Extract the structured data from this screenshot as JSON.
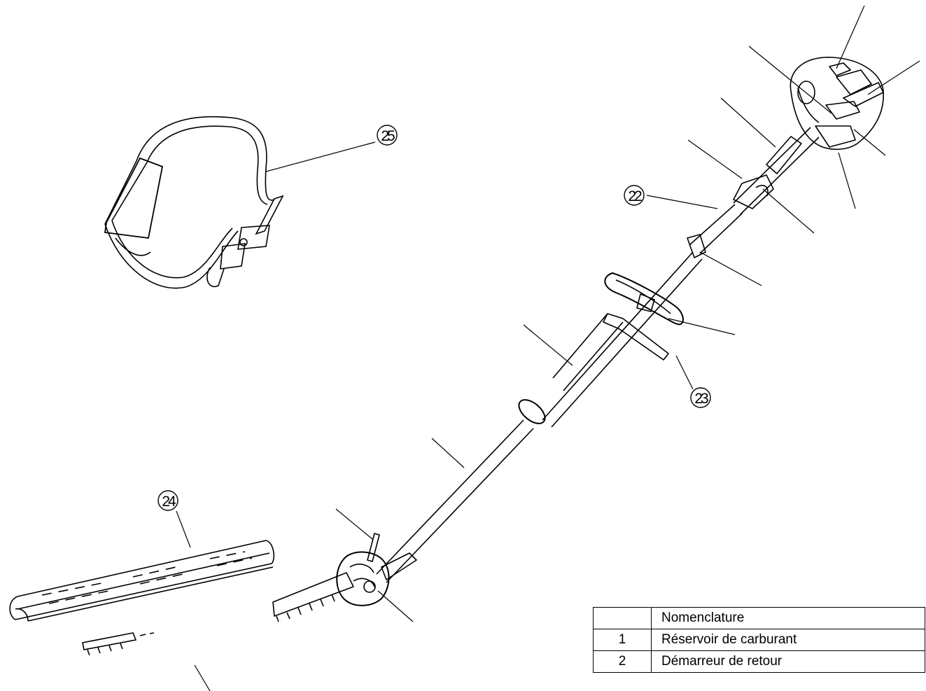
{
  "callouts": {
    "c22": "22",
    "c23": "23",
    "c24": "24",
    "c25": "25"
  },
  "table": {
    "header_number": "",
    "header_name": "Nomenclature",
    "rows": [
      {
        "number": "1",
        "name": "Réservoir de carburant"
      },
      {
        "number": "2",
        "name": "Démarreur de retour"
      }
    ]
  }
}
